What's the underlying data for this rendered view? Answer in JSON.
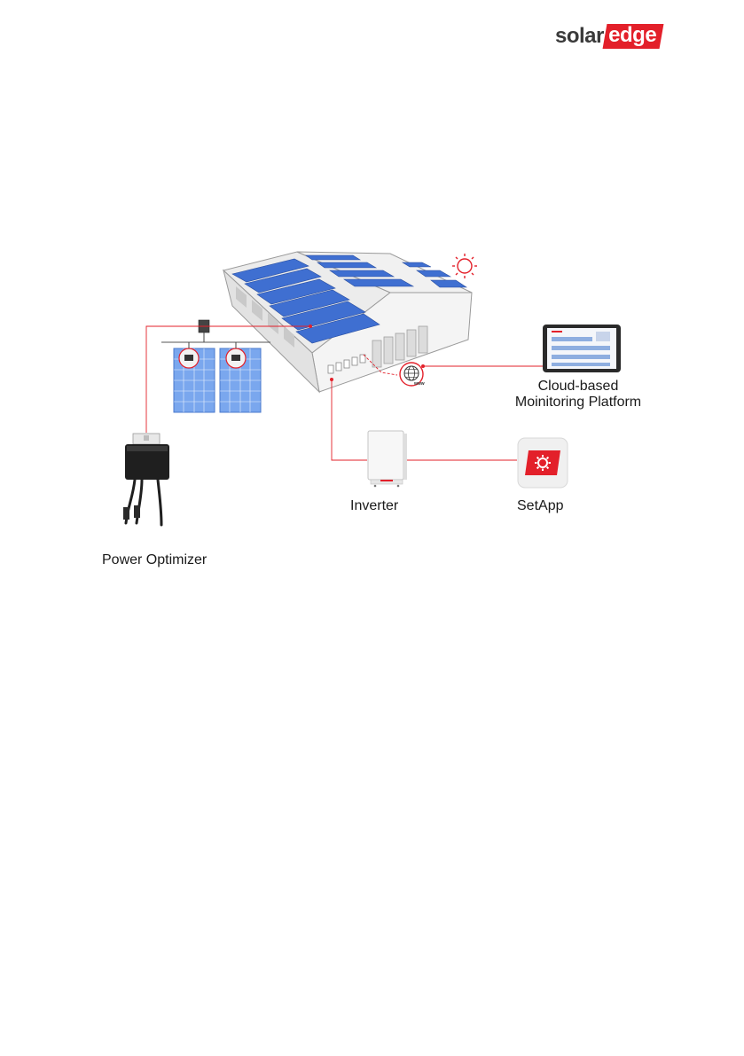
{
  "brand": {
    "part1": "solar",
    "part2": "edge"
  },
  "labels": {
    "cloud_line1": "Cloud-based",
    "cloud_line2": "Moinitoring Platform",
    "inverter": "Inverter",
    "setapp": "SetApp",
    "optimizer": "Power Optimizer",
    "www": "www"
  },
  "colors": {
    "accent_red": "#e3202a",
    "panel_blue": "#3f6fd1",
    "panel_light_blue": "#7aa7ee",
    "roof_gray": "#e9e9e9",
    "wall_gray": "#f2f2f2"
  },
  "icons": [
    "sun-icon",
    "globe-icon",
    "gear-icon",
    "tablet-icon"
  ]
}
